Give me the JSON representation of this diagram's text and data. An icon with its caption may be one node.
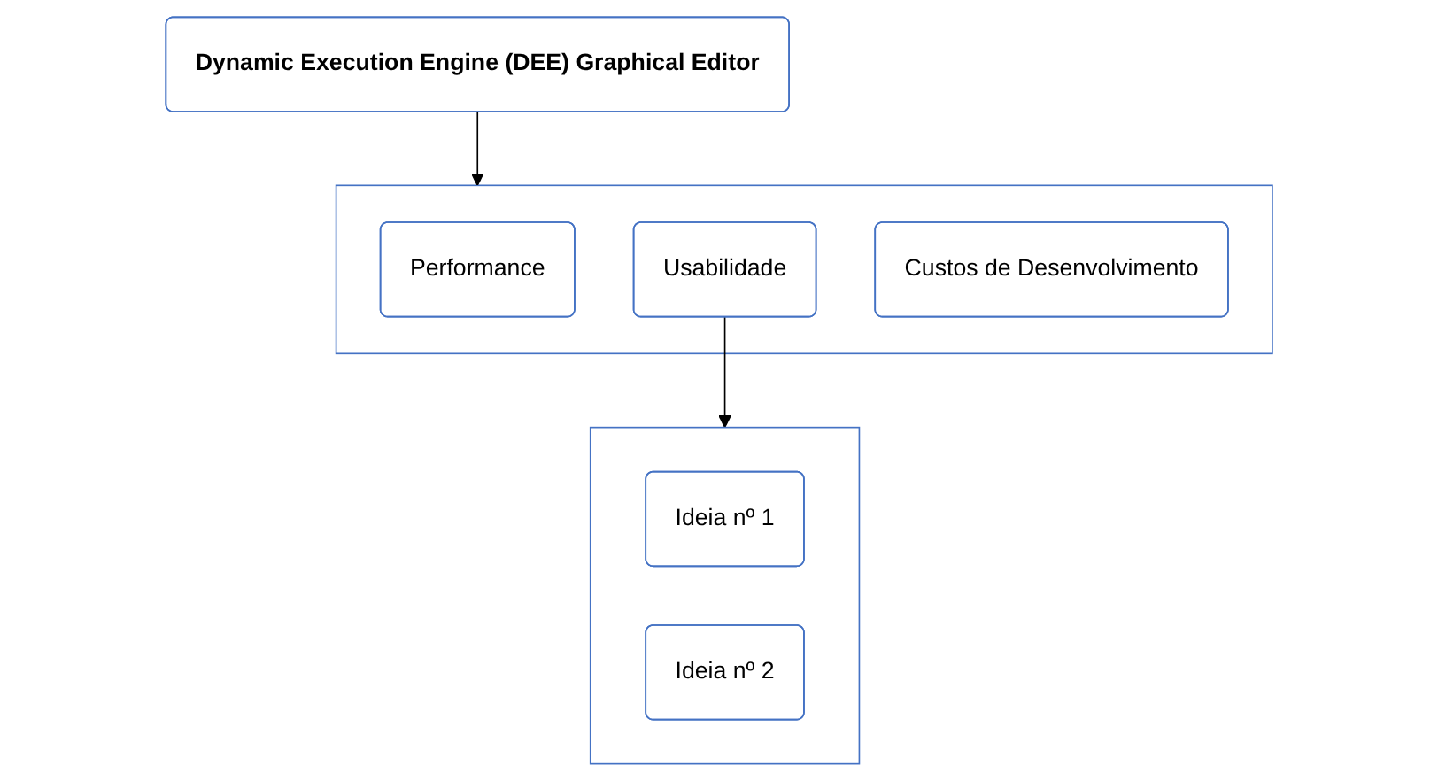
{
  "diagram": {
    "nodes": [
      {
        "text": [
          "Dynamic Execution Engine (DEE) Graphical Editor"
        ]
      },
      {
        "text": [],
        "shape": "box"
      },
      {
        "text": [
          "Performance"
        ],
        "in": 1
      },
      {
        "text": [
          "Usabilidade"
        ],
        "in": 1
      },
      {
        "text": [
          "Custos de Desenvolvimento"
        ],
        "in": 1
      },
      {
        "text": [],
        "shape": "box"
      },
      {
        "text": [
          "Ideia nº 1"
        ],
        "in": 5
      },
      {
        "text": [
          "Ideia nº 2"
        ],
        "in": 5
      }
    ],
    "edges": [
      {
        "from": 0,
        "to": 1,
        "arrow": "to"
      },
      {
        "from": 3,
        "to": 5,
        "arrow": "to"
      }
    ]
  }
}
